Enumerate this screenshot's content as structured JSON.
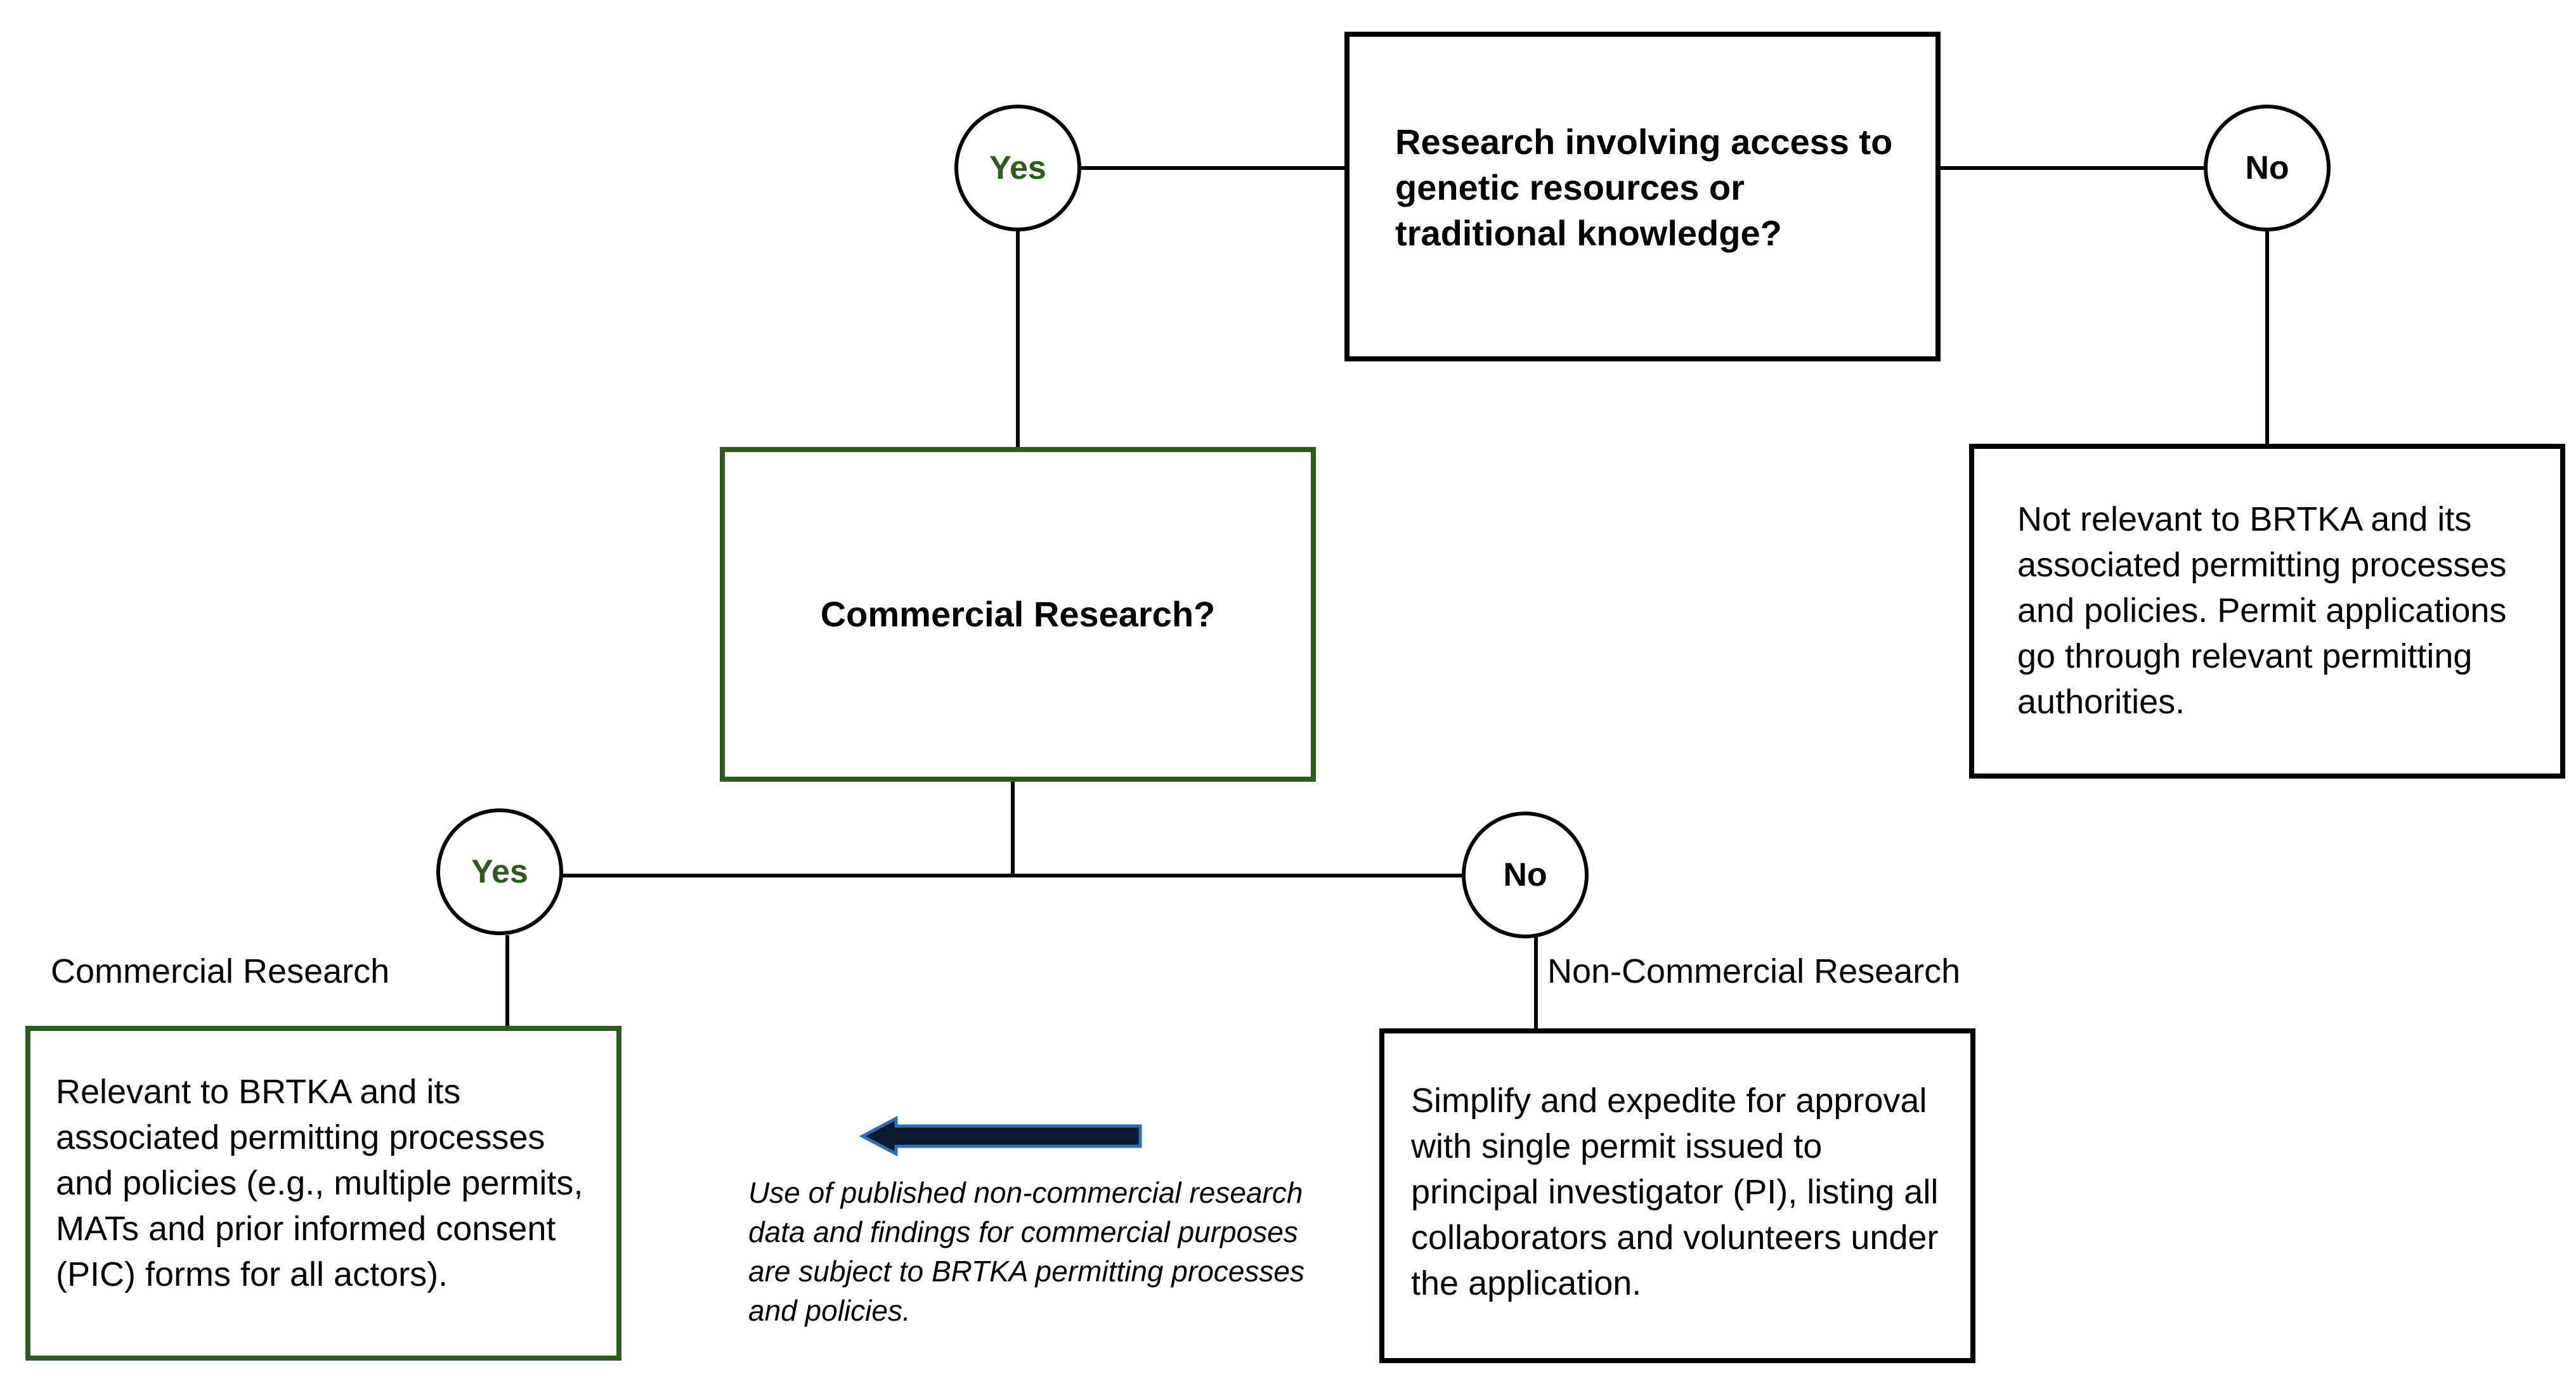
{
  "root_question": "Research involving access to genetic resources or traditional knowledge?",
  "commercial_question": "Commercial Research?",
  "yes_label": "Yes",
  "no_label": "No",
  "not_relevant_text": "Not relevant to BRTKA and its associated permitting processes and policies. Permit applications go through relevant permitting authorities.",
  "commercial_label": "Commercial Research",
  "noncommercial_label": "Non-Commercial Research",
  "commercial_outcome": "Relevant to BRTKA and its associated permitting processes and policies (e.g., multiple permits, MATs and prior informed consent (PIC) forms for all actors).",
  "noncommercial_outcome": "Simplify and expedite for approval with single permit issued to principal investigator (PI), listing all collaborators and volunteers under the application.",
  "arrow_note": "Use of published non-commercial research data and findings for commercial purposes are subject to BRTKA permitting processes and policies.",
  "colors": {
    "yes": "#2e5a1f",
    "green_border": "#2e5a1f",
    "arrow_fill": "#0b1a33",
    "arrow_outline": "#2f6fb5"
  }
}
